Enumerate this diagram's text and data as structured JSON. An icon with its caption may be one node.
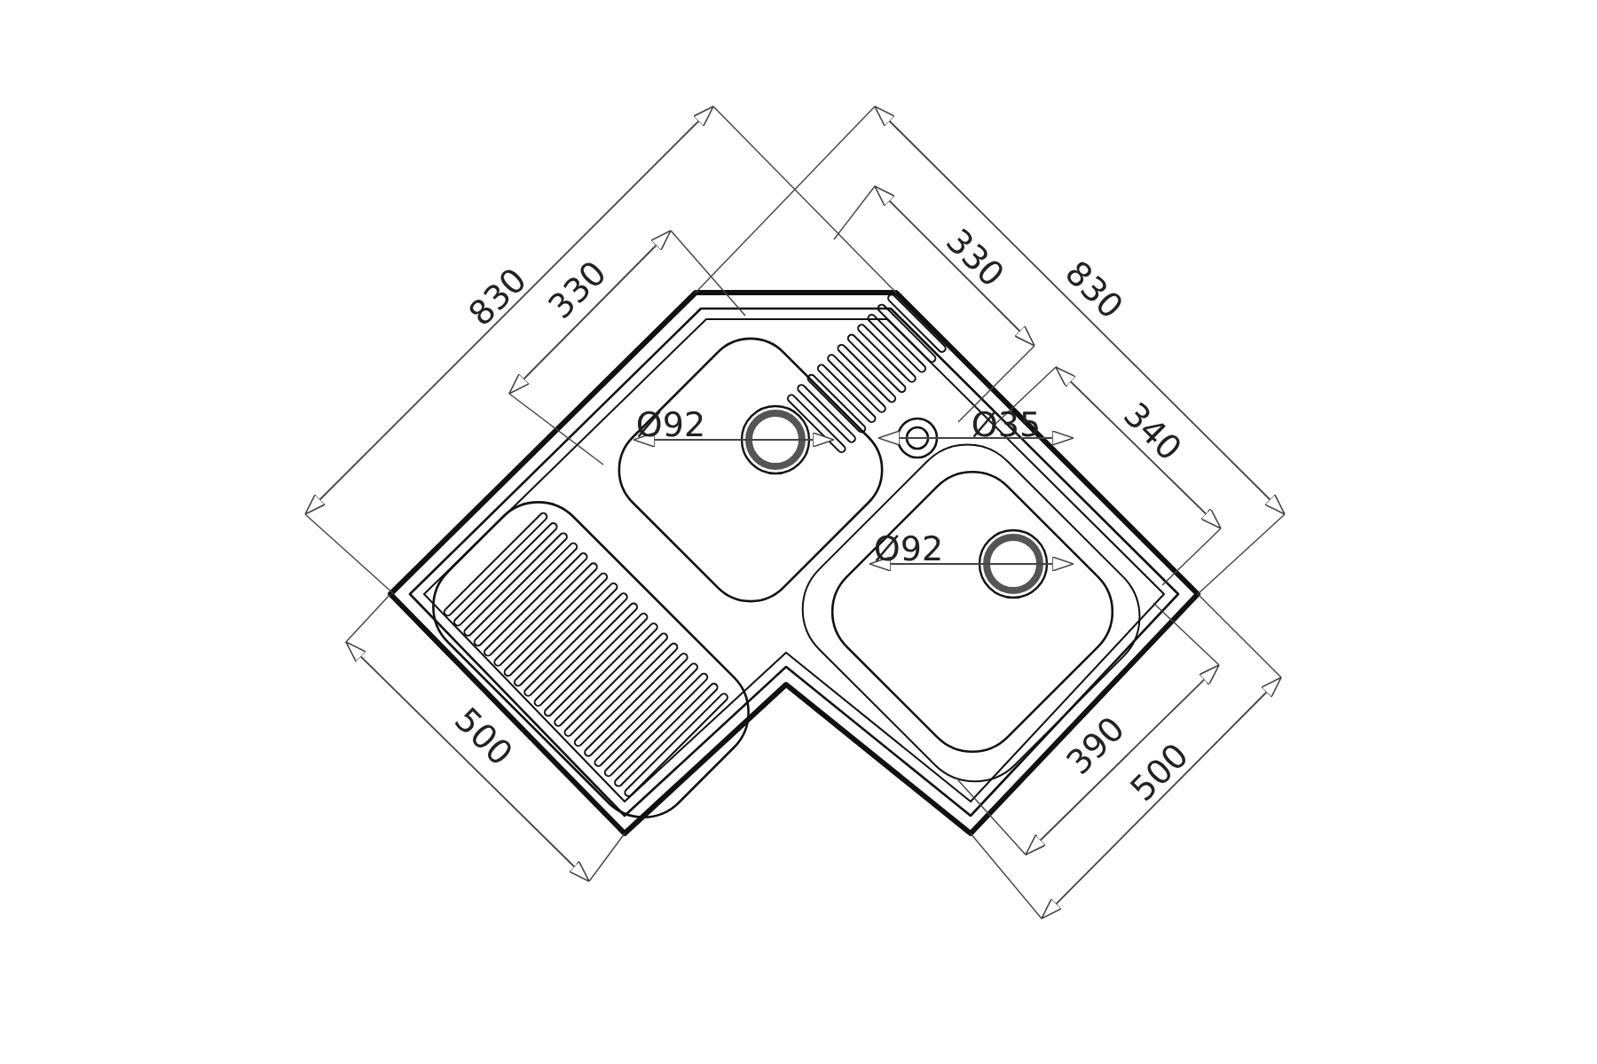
{
  "diagram": {
    "labels": [
      "830",
      "330",
      "330",
      "830",
      "340",
      "Ø92",
      "Ø35",
      "Ø92",
      "500",
      "390",
      "500"
    ]
  }
}
